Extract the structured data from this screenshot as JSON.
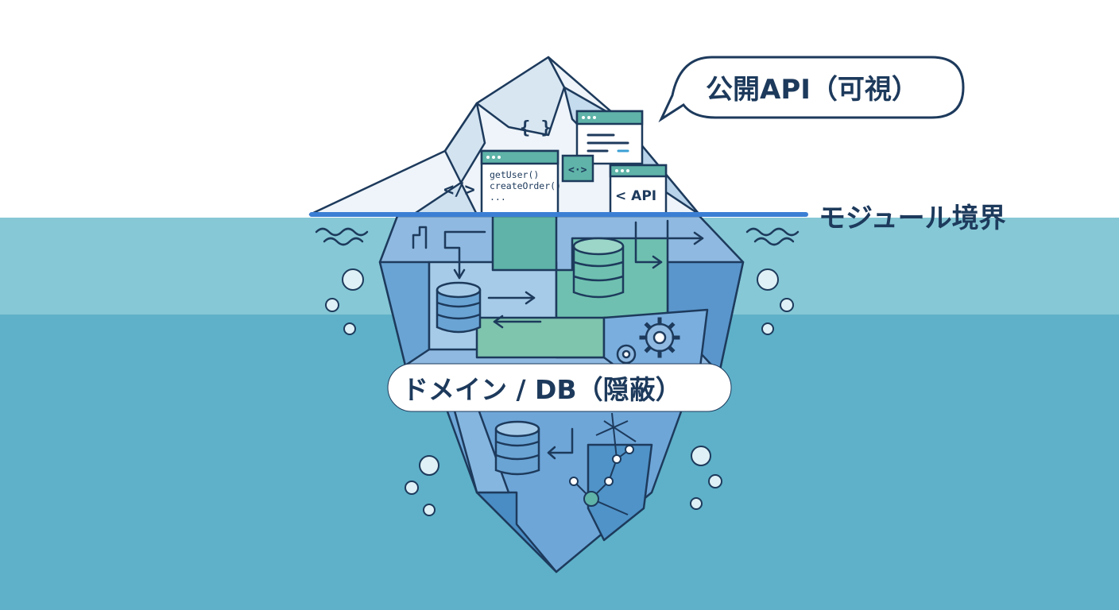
{
  "labels": {
    "public_api": "公開API（可視）",
    "module_boundary": "モジュール境界",
    "hidden_domain": "ドメイン / DB（隠蔽）"
  },
  "code_window": {
    "lines": [
      "getUser()",
      "createOrder()",
      "..."
    ]
  },
  "api_window": {
    "label": "< API"
  },
  "glyphs": {
    "braces": "{ }",
    "tag": "</>",
    "swap": "<·>"
  },
  "colors": {
    "outline": "#1d3a5c",
    "water_upper": "#86c8d6",
    "water_lower": "#5eb1c8",
    "boundary_line": "#3b7fd4",
    "ice_light": "#e8f1f8",
    "ice_blue": "#8fb9e0",
    "ice_teal": "#5fb3a8",
    "ice_deep": "#4a8dc4"
  }
}
